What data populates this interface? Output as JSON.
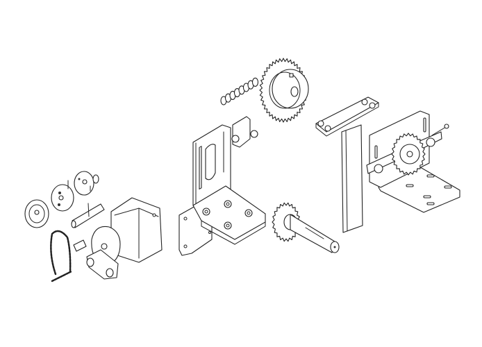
{
  "diagram": {
    "type": "exploded-parts-drawing",
    "style": "black line art on white",
    "colors": {
      "background": "#ffffff",
      "line": "#222222"
    },
    "parts": [
      "drive-chain-segment",
      "large-sprocket",
      "l-mounting-bracket",
      "tensioner-block",
      "vertical-bar-with-clamp-plate",
      "idler-bracket-with-sprocket",
      "small-sprocket-with-shaft",
      "gear-motor",
      "clutch-pulleys",
      "coupling-shaft",
      "short-chain"
    ]
  }
}
